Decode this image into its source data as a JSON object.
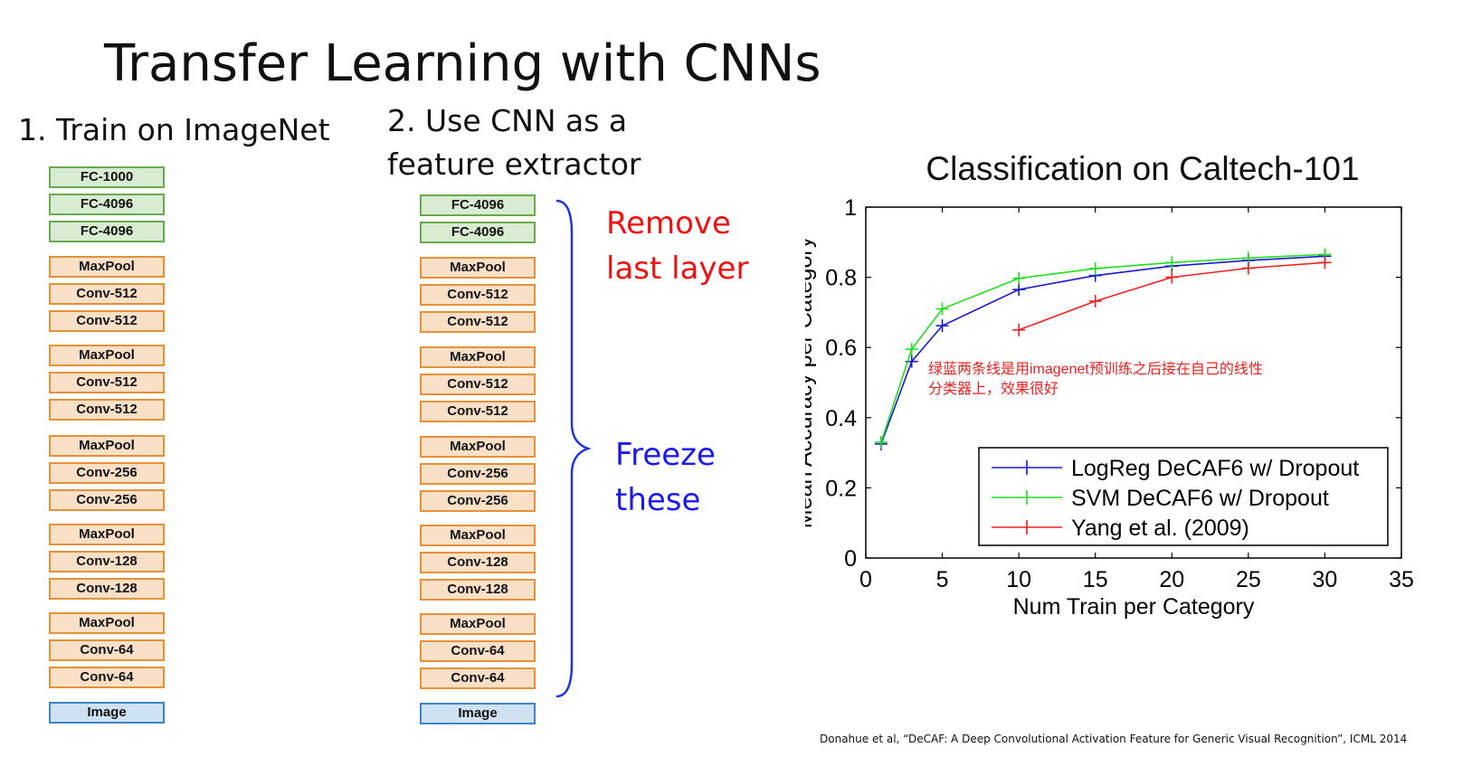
{
  "title": "Transfer Learning with CNNs",
  "step1": "1. Train on ImageNet",
  "step2_line1": "2. Use CNN as a",
  "step2_line2": "feature extractor",
  "remove_line1": "Remove",
  "remove_line2": "last layer",
  "freeze_line1": "Freeze",
  "freeze_line2": "these",
  "citation": "Donahue et al, “DeCAF: A Deep Convolutional Activation Feature for Generic Visual Recognition”, ICML 2014",
  "colors": {
    "remove": "#ee1111",
    "freeze": "#1a1aee",
    "brace": "#2233dd"
  },
  "left_stack": [
    "FC-1000",
    "FC-4096",
    "FC-4096",
    "MaxPool",
    "Conv-512",
    "Conv-512",
    "MaxPool",
    "Conv-512",
    "Conv-512",
    "MaxPool",
    "Conv-256",
    "Conv-256",
    "MaxPool",
    "Conv-128",
    "Conv-128",
    "MaxPool",
    "Conv-64",
    "Conv-64",
    "Image"
  ],
  "right_stack": [
    "FC-4096",
    "FC-4096",
    "MaxPool",
    "Conv-512",
    "Conv-512",
    "MaxPool",
    "Conv-512",
    "Conv-512",
    "MaxPool",
    "Conv-256",
    "Conv-256",
    "MaxPool",
    "Conv-128",
    "Conv-128",
    "MaxPool",
    "Conv-64",
    "Conv-64",
    "Image"
  ],
  "chart_data": {
    "type": "line",
    "title": "Classification on Caltech-101",
    "xlabel": "Num Train per Category",
    "ylabel": "Mean Accuracy per Category",
    "xlim": [
      0,
      35
    ],
    "ylim": [
      0,
      1
    ],
    "xticks": [
      0,
      5,
      10,
      15,
      20,
      25,
      30,
      35
    ],
    "yticks": [
      0,
      0.2,
      0.4,
      0.6,
      0.8,
      1
    ],
    "yticklabels": [
      "0",
      "0.2",
      "0.4",
      "0.6",
      "0.8",
      "1"
    ],
    "grid": false,
    "legend_position": "bottom-right",
    "annotation": [
      "绿蓝两条线是用imagenet预训练之后接在自己的线性",
      "分类器上，效果很好"
    ],
    "annotation_color": "#ee2222",
    "series": [
      {
        "name": "LogReg DeCAF6 w/ Dropout",
        "color": "#1a1acc",
        "x": [
          1,
          3,
          5,
          10,
          15,
          20,
          25,
          30
        ],
        "y": [
          0.325,
          0.56,
          0.662,
          0.765,
          0.805,
          0.832,
          0.848,
          0.86
        ]
      },
      {
        "name": "SVM DeCAF6 w/ Dropout",
        "color": "#22dd22",
        "x": [
          1,
          3,
          5,
          10,
          15,
          20,
          25,
          30
        ],
        "y": [
          0.33,
          0.595,
          0.71,
          0.797,
          0.825,
          0.842,
          0.855,
          0.865
        ]
      },
      {
        "name": "Yang et al. (2009)",
        "color": "#ee2222",
        "x": [
          10,
          15,
          20,
          25,
          30
        ],
        "y": [
          0.65,
          0.732,
          0.8,
          0.826,
          0.842
        ]
      }
    ]
  }
}
